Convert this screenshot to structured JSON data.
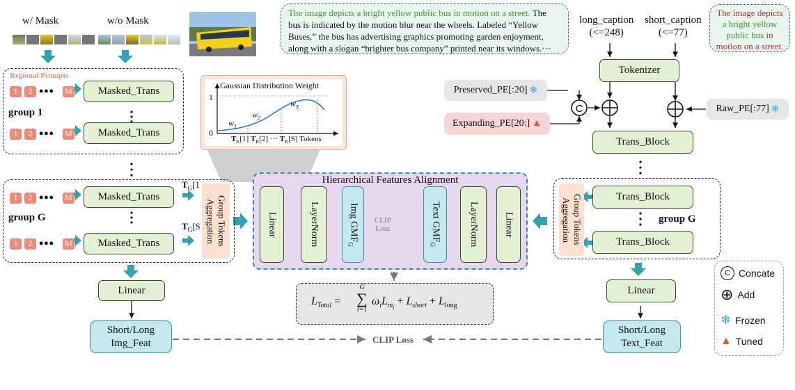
{
  "top_labels": {
    "with_mask": "w/ Mask",
    "without_mask": "w/o Mask"
  },
  "long_caption_text": {
    "green": "The image depicts a bright yellow public bus in motion on a street.",
    "rest": "The bus is indicated by the motion blur near the wheels. Labeled “Yellow Buses,” the bus has advertising graphics promoting garden enjoyment, along with a slogan “brighter bus company” printed near its windows.···"
  },
  "short_caption_text": {
    "part1": "The image depicts",
    "part2": "a bright yellow",
    "part3": "public bus",
    "part4": "in",
    "part5": "motion on a street."
  },
  "regional_prompts": "Regional Prompts",
  "tokens": {
    "one": "1",
    "two": "2",
    "m": "M",
    "dots": "•••"
  },
  "image_branch": {
    "group1": "group 1",
    "groupG": "group G",
    "masked_trans": "Masked_Trans",
    "group_agg": "Group Tokens Aggregation",
    "tg1": "T",
    "tg1_sub": "G",
    "tg1_end": "[1",
    "tgs": "T",
    "tgs_sub": "G",
    "tgs_end": "[S",
    "linear": "Linear",
    "feat": [
      "Short/Long",
      "Img_Feat"
    ]
  },
  "gaussian": {
    "title": "Gaussian Distribution Weight",
    "y1": "1",
    "y0": "0",
    "w1": "w",
    "w1_sub": "1",
    "w2": "w",
    "w2_sub": "2",
    "ws": "w",
    "ws_sub": "S",
    "tk1": "T",
    "tk1_sub": "K",
    "tk1_end": "[1]",
    "tk2": "T",
    "tk2_sub": "K",
    "tk2_end": "[2]",
    "tk_dots": "···",
    "tks": "T",
    "tks_sub": "K",
    "tks_end": "[S]",
    "xlabel": "Tokens"
  },
  "hfa": {
    "title": "Hierarchical Features Alignment",
    "linear": "Linear",
    "layernorm": "LayerNorm",
    "img_gmf": "Img GMF",
    "img_gmf_sub": "G",
    "clip_loss": [
      "CLIP",
      "Loss"
    ],
    "text_gmf": "Text GMF",
    "text_gmf_sub": "G"
  },
  "loss": {
    "lhs": "L",
    "lhs_sub": "Total",
    "eq": "=",
    "sum_top": "G",
    "sum_bottom": "i=1",
    "term1": "ω",
    "term1_sub": "i",
    "term1b": "L",
    "term1b_sub": "m",
    "term1b_subsub": "i",
    "plus1": "+",
    "term2": "L",
    "term2_sub": "short",
    "plus2": "+",
    "term3": "L",
    "term3_sub": "long"
  },
  "bottom_clip_loss": "CLIP Loss",
  "text_branch": {
    "long_caption": [
      "long_caption",
      "(<=248)"
    ],
    "short_caption": [
      "short_caption",
      "(<=77)"
    ],
    "tokenizer": "Tokenizer",
    "preserved_pe": "Preserved_PE[:20]",
    "expanding_pe": "Expanding_PE[20:]",
    "raw_pe": "Raw_PE[:77]",
    "concat_symbol": "C",
    "trans_block": "Trans_Block",
    "group_agg": "Group Tokens Aggregation",
    "groupG": "group G",
    "linear": "Linear",
    "feat": [
      "Short/Long",
      "Text_Feat"
    ]
  },
  "legend": {
    "concat": "Concate",
    "add": "Add",
    "frozen": "Frozen",
    "tuned": "Tuned"
  },
  "colors": {
    "green_box": "#e3f0d4",
    "cyan_box": "#c3e9ef",
    "purple_panel": "#e6d6ee",
    "token_red": "#f08a78",
    "arrow_teal": "#2fa3b3",
    "caption_green": "#3a9a2a",
    "caption_red": "#c0282e"
  },
  "icons": [
    "snowflake-icon",
    "flame-icon",
    "concat-circle-icon",
    "add-circle-icon",
    "bus-photo"
  ]
}
